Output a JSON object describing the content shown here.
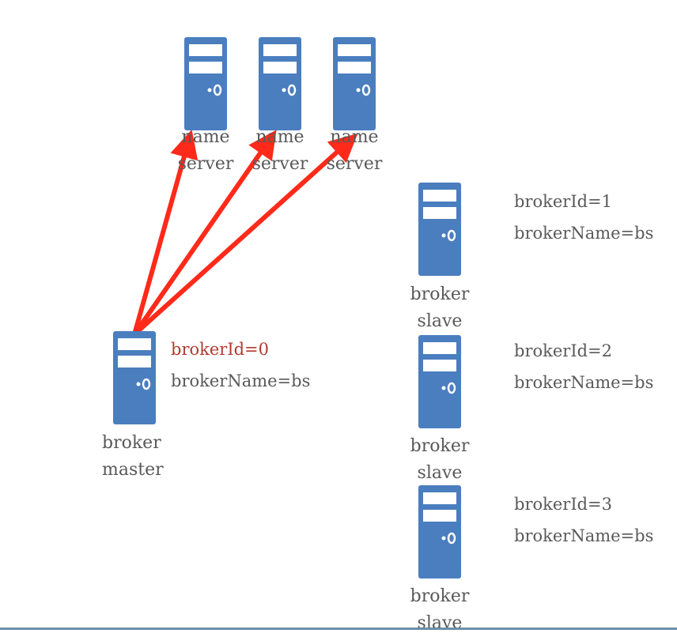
{
  "name_servers": [
    {
      "line1": "name",
      "line2": "server"
    },
    {
      "line1": "name",
      "line2": "server"
    },
    {
      "line1": "name",
      "line2": "server"
    }
  ],
  "master": {
    "line1": "broker",
    "line2": "master",
    "broker_id": "brokerId=0",
    "broker_name": "brokerName=bs"
  },
  "slaves": [
    {
      "line1": "broker",
      "line2": "slave",
      "broker_id": "brokerId=1",
      "broker_name": "brokerName=bs"
    },
    {
      "line1": "broker",
      "line2": "slave",
      "broker_id": "brokerId=2",
      "broker_name": "brokerName=bs"
    },
    {
      "line1": "broker",
      "line2": "slave",
      "broker_id": "brokerId=3",
      "broker_name": "brokerName=bs"
    }
  ],
  "colors": {
    "server": "#4a7ebf",
    "arrow": "#ff2a1a",
    "text": "#595959",
    "highlight": "#b23a30"
  }
}
